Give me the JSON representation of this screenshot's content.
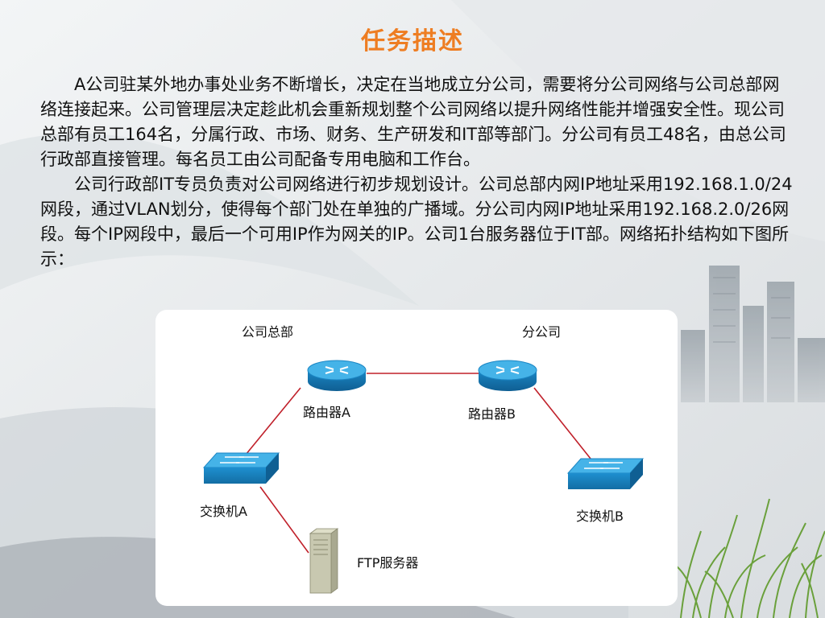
{
  "title": "任务描述",
  "paragraphs": [
    "A公司驻某外地办事处业务不断增长，决定在当地成立分公司，需要将分公司网络与公司总部网络连接起来。公司管理层决定趁此机会重新规划整个公司网络以提升网络性能并增强安全性。现公司总部有员工164名，分属行政、市场、财务、生产研发和IT部等部门。分公司有员工48名，由总公司行政部直接管理。每名员工由公司配备专用电脑和工作台。",
    "公司行政部IT专员负责对公司网络进行初步规划设计。公司总部内网IP地址采用192.168.1.0/24网段，通过VLAN划分，使得每个部门处在单独的广播域。分公司内网IP地址采用192.168.2.0/26网段。每个IP网段中，最后一个可用IP作为网关的IP。公司1台服务器位于IT部。网络拓扑结构如下图所示："
  ],
  "diagram": {
    "site_hq": "公司总部",
    "site_branch": "分公司",
    "router_a": "路由器A",
    "router_b": "路由器B",
    "switch_a": "交换机A",
    "switch_b": "交换机B",
    "ftp_server": "FTP服务器",
    "colors": {
      "link": "#c0202a",
      "device_blue": "#1a8fd0",
      "device_top": "#3fb2e6",
      "server_body": "#c8c8b0",
      "title": "#ee7d22"
    }
  }
}
